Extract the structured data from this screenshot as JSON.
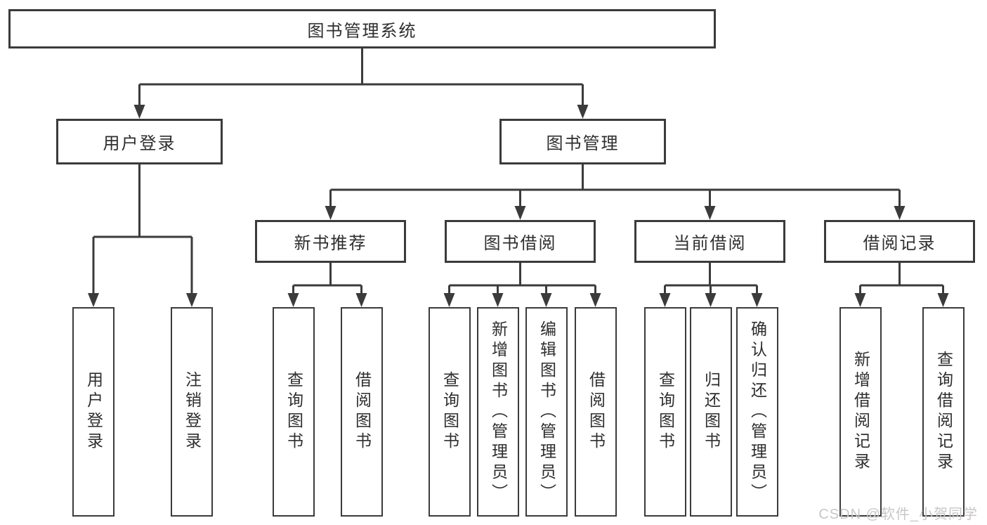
{
  "diagram_type": "hierarchy",
  "tree": {
    "label": "图书管理系统",
    "children": [
      {
        "label": "用户登录",
        "children": [
          {
            "label": "用户登录"
          },
          {
            "label": "注销登录"
          }
        ]
      },
      {
        "label": "图书管理",
        "children": [
          {
            "label": "新书推荐",
            "children": [
              {
                "label": "查询图书"
              },
              {
                "label": "借阅图书"
              }
            ]
          },
          {
            "label": "图书借阅",
            "children": [
              {
                "label": "查询图书"
              },
              {
                "label": "新增图书（管理员）"
              },
              {
                "label": "编辑图书（管理员）"
              },
              {
                "label": "借阅图书"
              }
            ]
          },
          {
            "label": "当前借阅",
            "children": [
              {
                "label": "查询图书"
              },
              {
                "label": "归还图书"
              },
              {
                "label": "确认归还（管理员）"
              }
            ]
          },
          {
            "label": "借阅记录",
            "children": [
              {
                "label": "新增借阅记录"
              },
              {
                "label": "查询借阅记录"
              }
            ]
          }
        ]
      }
    ]
  },
  "watermark": {
    "text": "CSDN @软件_小贺同学"
  },
  "colors": {
    "line": "#3b3b3b",
    "text": "#2e2e2e",
    "background": "#ffffff",
    "watermark_color": "#c9c6c6"
  }
}
